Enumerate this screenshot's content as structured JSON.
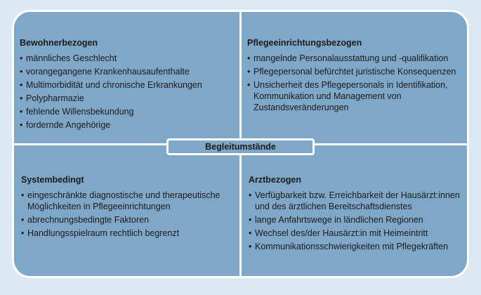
{
  "quadrants": {
    "top_left": {
      "title": "Bewohnerbezogen",
      "items": [
        "männliches Geschlecht",
        "vorangegangene Krankenhausaufenthalte",
        "Multimorbidität und chronische Erkrankungen",
        "Polypharmazie",
        "fehlende Willensbekundung",
        "fordernde Angehörige"
      ]
    },
    "top_right": {
      "title": "Pflegeeinrichtungsbezogen",
      "items": [
        "mangelnde Personalausstattung und -qualifikation",
        "Pflegepersonal befürchtet juristische Konsequenzen",
        "Unsicherheit des Pflegepersonals in Identifikation, Kommunikation und Management von Zustandsveränderungen"
      ]
    },
    "bottom_left": {
      "title": "Systembedingt",
      "items": [
        "eingeschränkte diagnostische und therapeutische Möglichkeiten in Pflegeeinrichtungen",
        "abrechnungsbedingte Faktoren",
        "Handlungsspielraum rechtlich begrenzt"
      ]
    },
    "bottom_right": {
      "title": "Arztbezogen",
      "items": [
        "Verfügbarkeit bzw. Erreichbarkeit der Hausärzt:innen und des ärztlichen Bereitschaftsdienstes",
        "lange Anfahrtswege in ländlichen Regionen",
        "Wechsel des/der Hausärzt:in mit Heimeintritt",
        "Kommunikationsschwierigkeiten mit Pflegekräften"
      ]
    }
  },
  "center": {
    "label": "Begleitumstände"
  },
  "colors": {
    "background": "#dde9f2",
    "panel": "#7fa7c8",
    "border": "#ffffff",
    "text": "#1b1b1b"
  }
}
